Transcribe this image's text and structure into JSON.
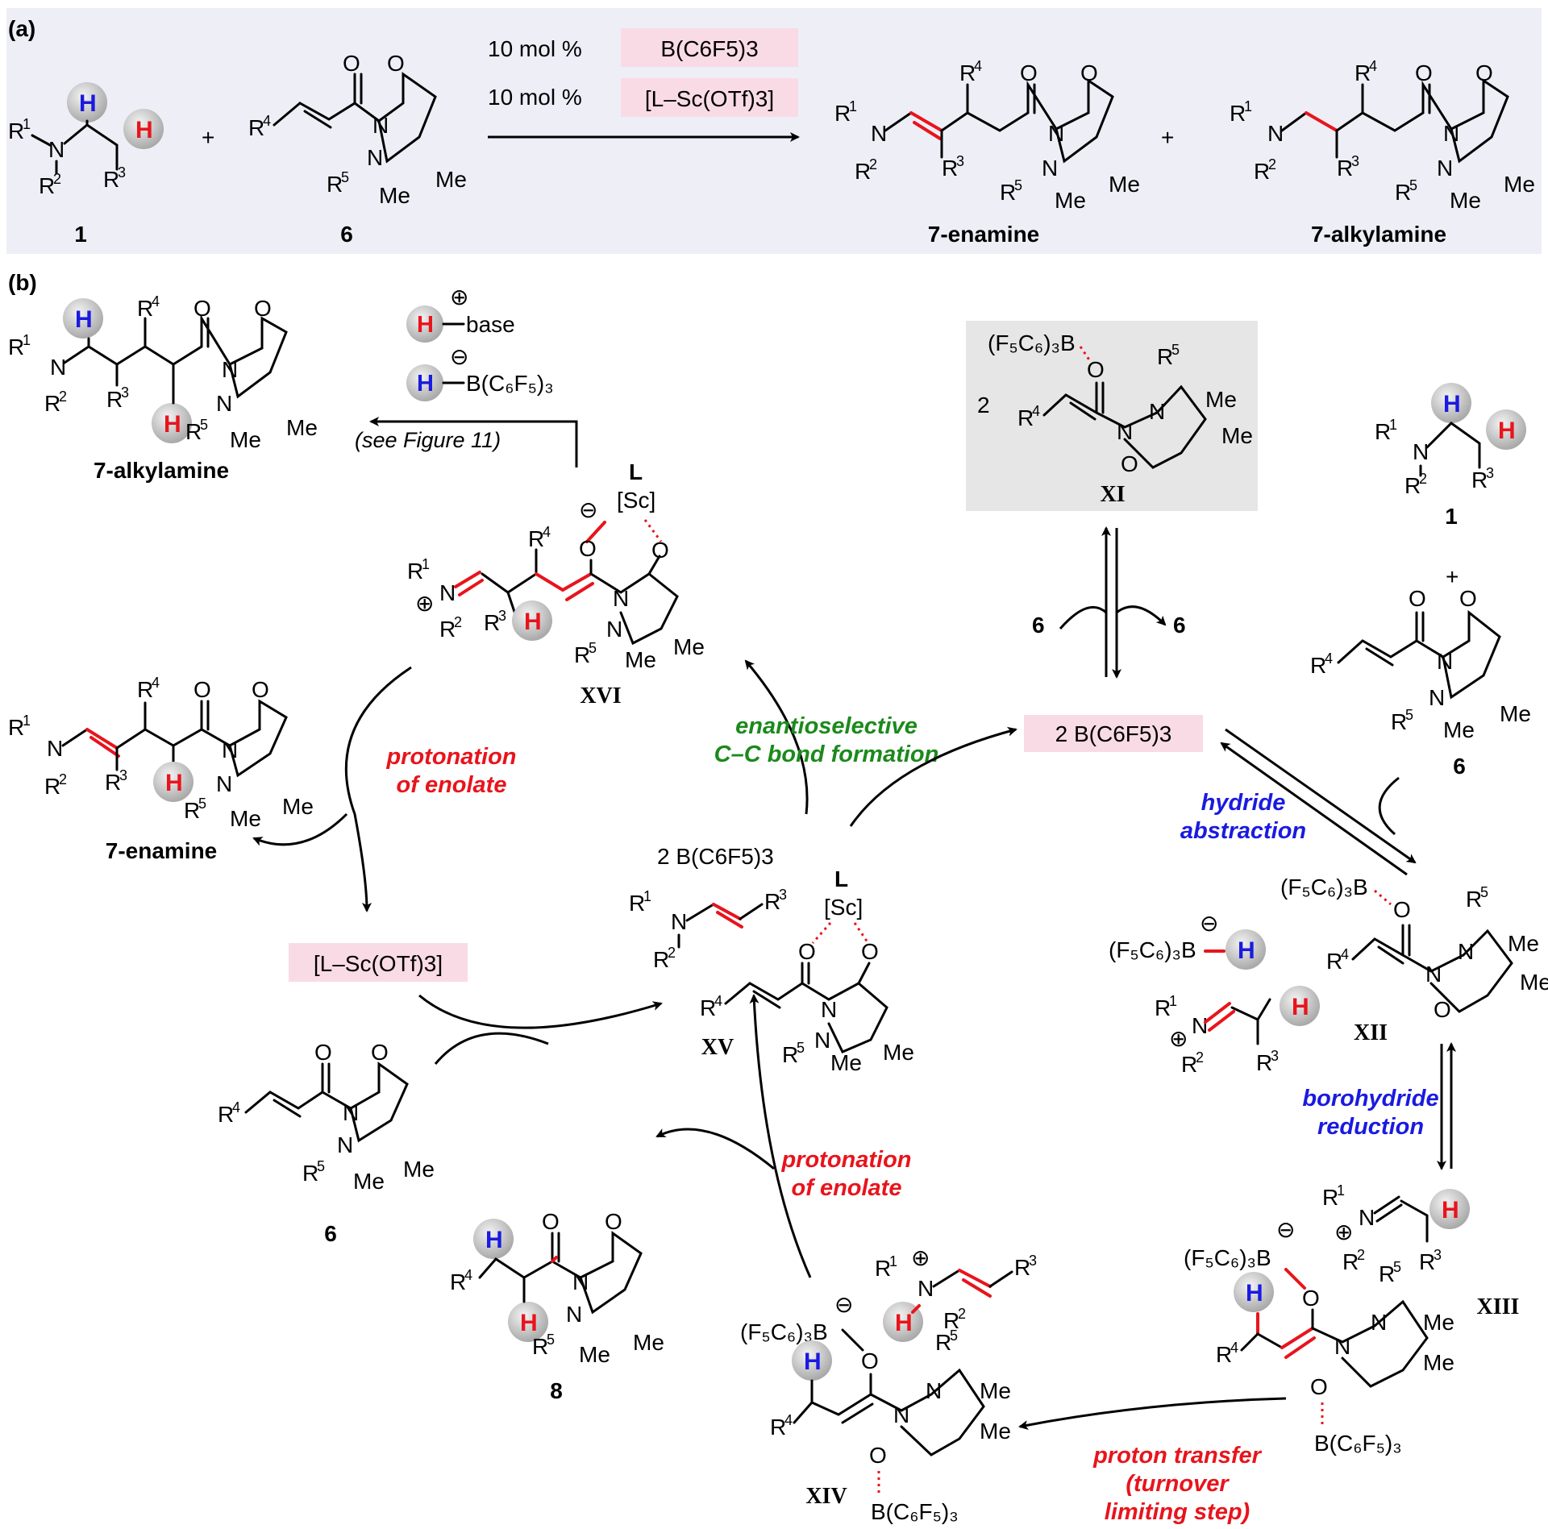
{
  "panel_a": {
    "label": "(a)",
    "reagent1_loading": "10 mol %",
    "reagent1": "B(C6F5)3",
    "reagent2_loading": "10 mol %",
    "reagent2": "[L–Sc(OTf)3]",
    "compound_1": "1",
    "compound_6": "6",
    "product_enamine": "7-enamine",
    "product_alkylamine": "7-alkylamine",
    "plus": "+"
  },
  "panel_b": {
    "label": "(b)",
    "h_base": "H–base",
    "h_borate": "H–B(C6F5)3",
    "see_figure": "(see Figure 11)",
    "alkylamine_label": "7-alkylamine",
    "enamine_label": "7-enamine",
    "catalyst_box": "[L–Sc(OTf)3]",
    "borane_box": "2  B(C6F5)3",
    "xi_coefficient": "2",
    "intermediates": [
      "XI",
      "XII",
      "XIII",
      "XIV",
      "XV",
      "XVI"
    ],
    "compound_6_labels": [
      "6",
      "6",
      "6",
      "6"
    ],
    "compound_8": "8",
    "compound_1": "1",
    "borane_xv": "2  B(C6F5)3",
    "steps": {
      "protonation_top": [
        "protonation",
        "of enolate"
      ],
      "cc_formation": [
        "enantioselective",
        "C–C bond formation"
      ],
      "hydride_abstraction": [
        "hydride",
        "abstraction"
      ],
      "borohydride_reduction": [
        "borohydride",
        "reduction"
      ],
      "protonation_bottom": [
        "protonation",
        "of enolate"
      ],
      "proton_transfer": [
        "proton transfer",
        "(turnover",
        "limiting step)"
      ]
    }
  },
  "colors": {
    "panel_a_bg": "#eeeef7",
    "pink_box": "#f9dbe6",
    "xi_box": "#e6e6e6",
    "red": "#e8141c",
    "blue": "#1a1ae0",
    "green": "#1b8a1b",
    "gray_sphere": "#c9c9c9"
  }
}
